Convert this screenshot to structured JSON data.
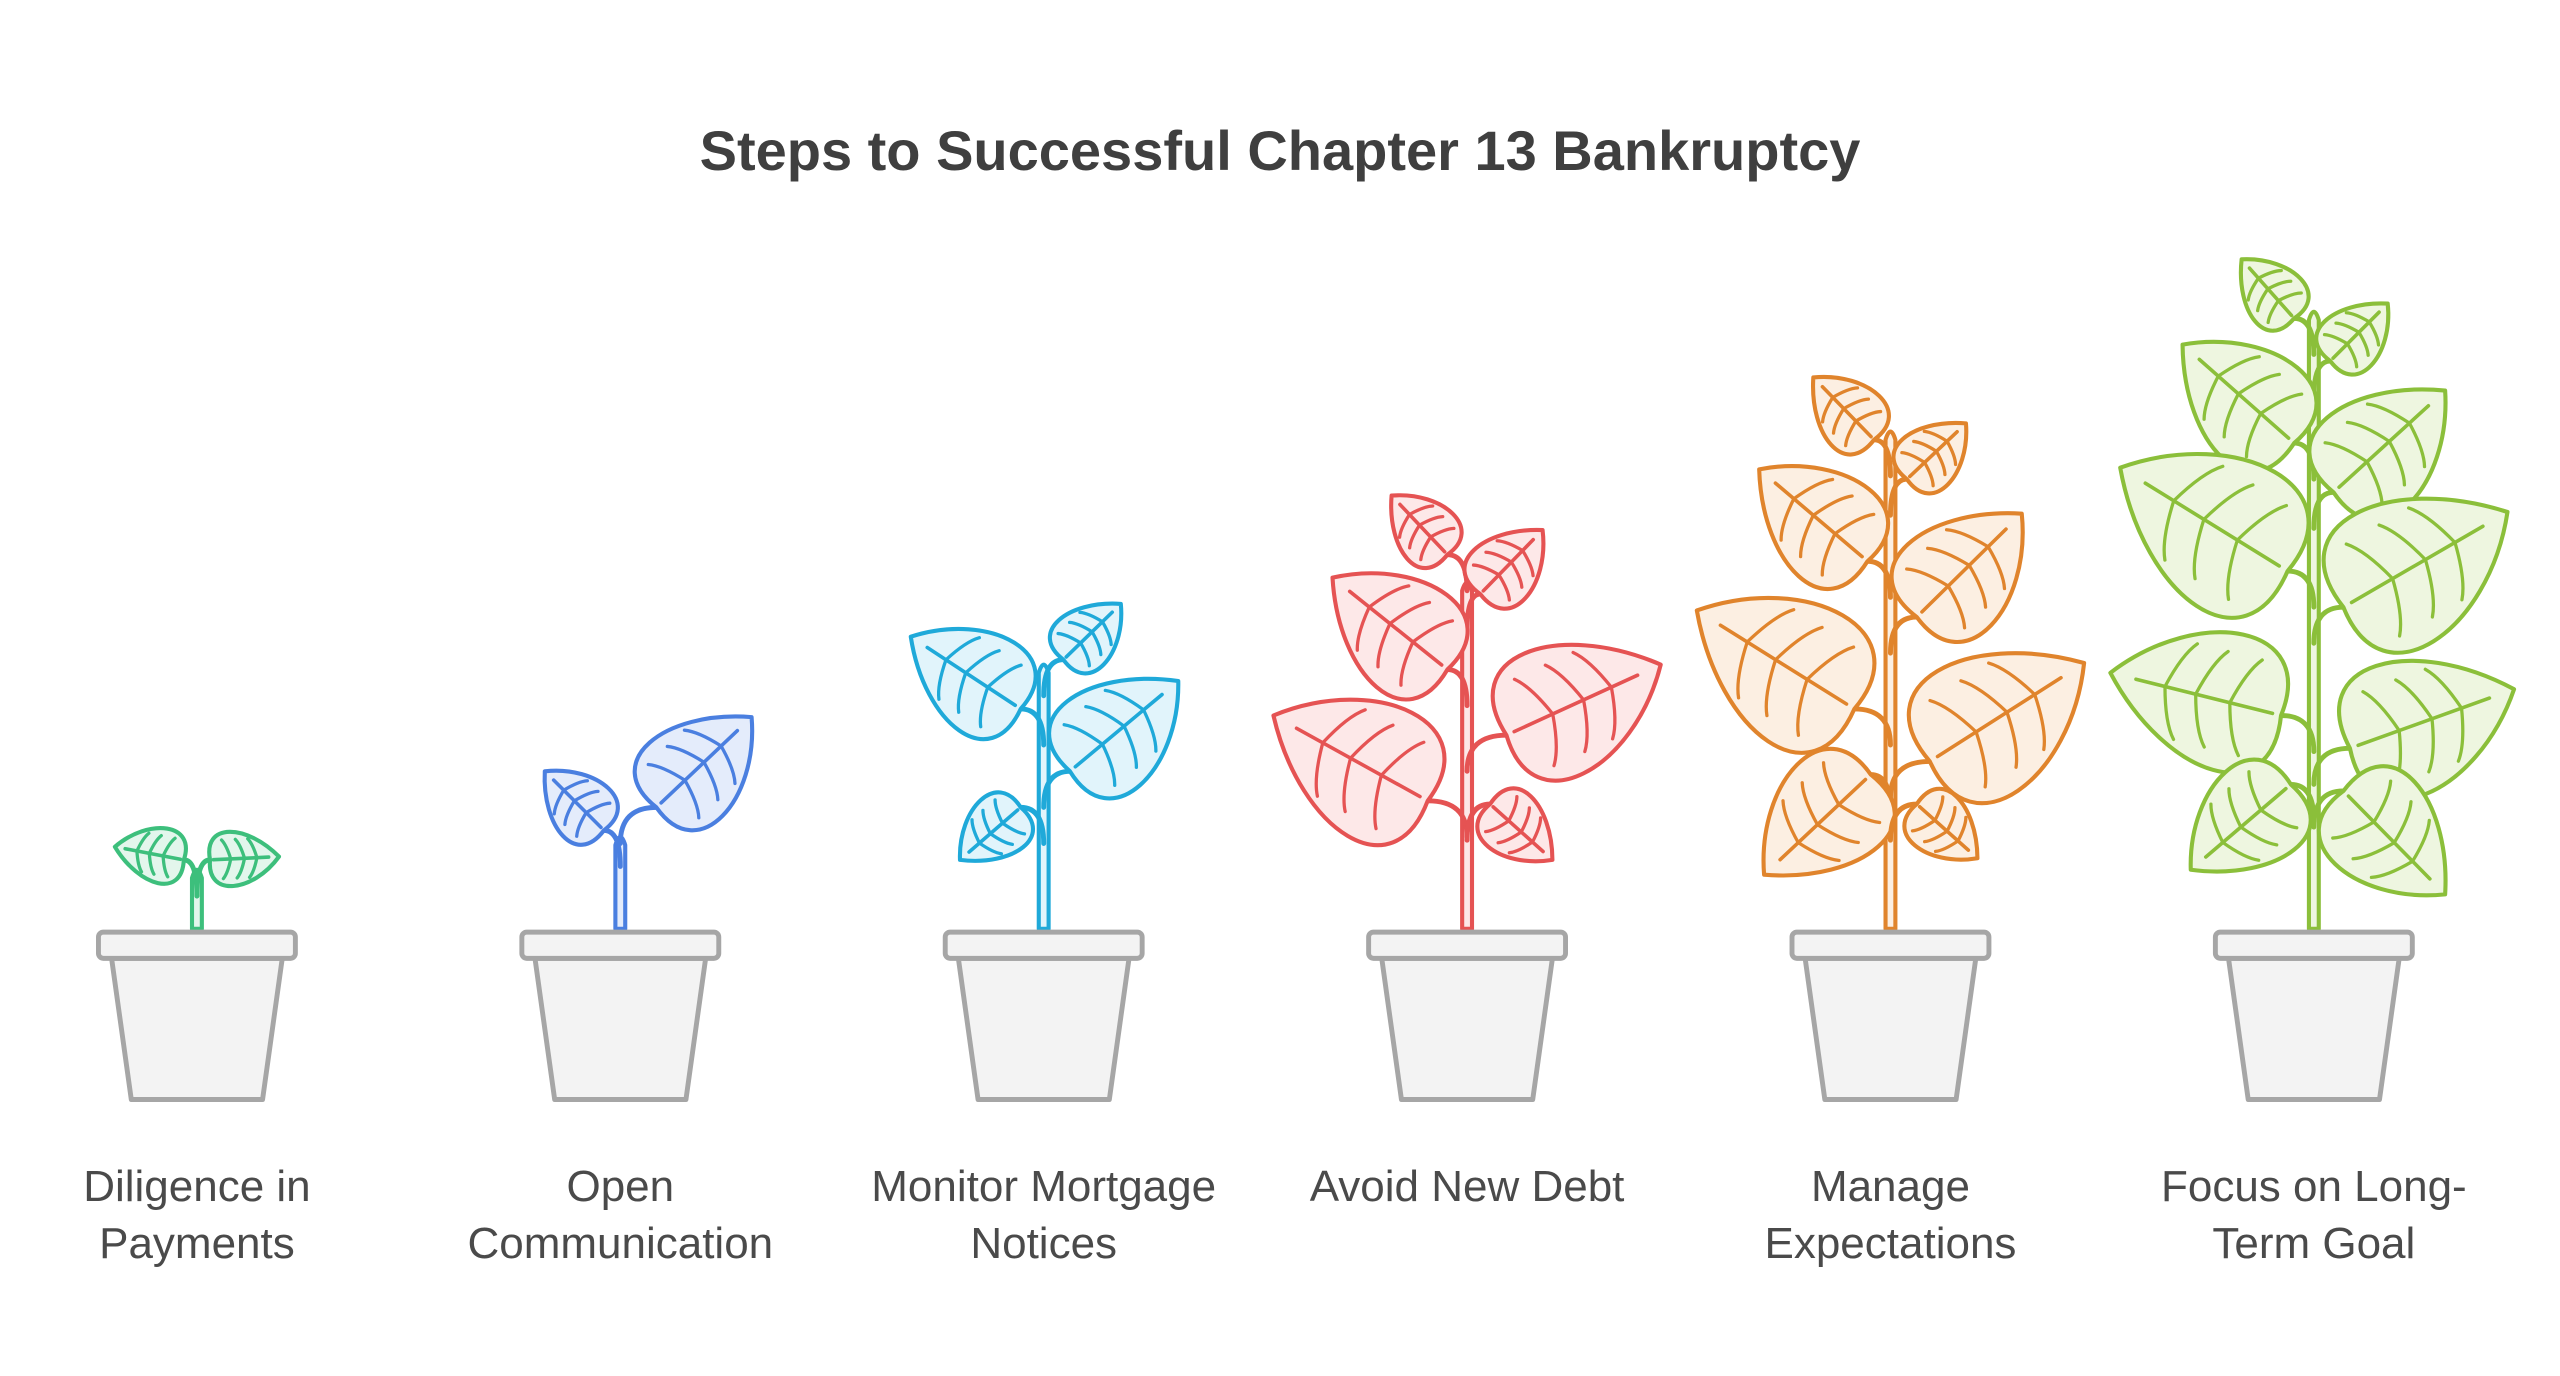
{
  "title": "Steps to Successful Chapter 13 Bankruptcy",
  "steps": [
    {
      "lines": [
        "Diligence in",
        "Payments"
      ],
      "color": "#3dbf7c",
      "fill": "#e3f6ec",
      "icon": "sprout-icon"
    },
    {
      "lines": [
        "Open",
        "Communication"
      ],
      "color": "#4a7fe0",
      "fill": "#e4ecfb",
      "icon": "seedling-icon"
    },
    {
      "lines": [
        "Monitor Mortgage",
        "Notices"
      ],
      "color": "#1fa9d9",
      "fill": "#e1f4fb",
      "icon": "young-plant-icon"
    },
    {
      "lines": [
        "Avoid New Debt"
      ],
      "color": "#e55353",
      "fill": "#fde8e8",
      "icon": "plant-icon"
    },
    {
      "lines": [
        "Manage",
        "Expectations"
      ],
      "color": "#e0842c",
      "fill": "#fcefe2",
      "icon": "growing-plant-icon"
    },
    {
      "lines": [
        "Focus on Long-",
        "Term Goal"
      ],
      "color": "#8bbf3a",
      "fill": "#eef6e0",
      "icon": "grown-plant-icon"
    }
  ]
}
